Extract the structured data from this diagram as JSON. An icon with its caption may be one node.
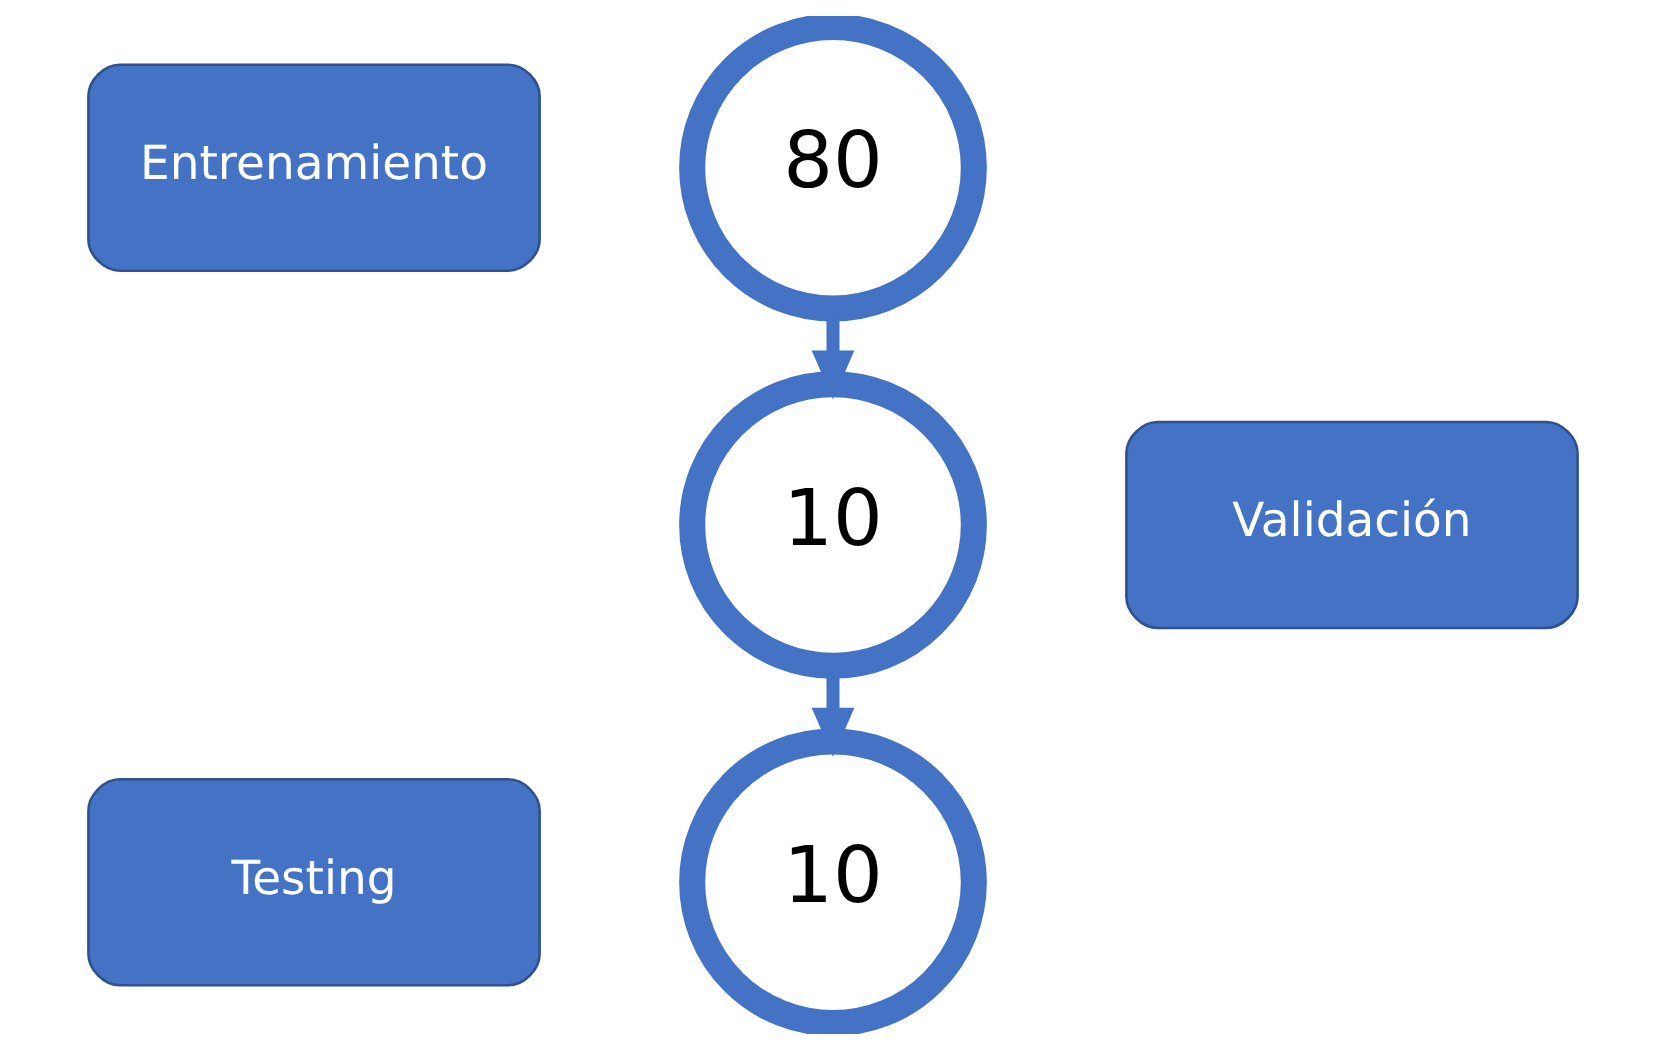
{
  "diagram": {
    "nodes": [
      {
        "text": [
          "Entrenamiento"
        ]
      },
      {
        "text": [
          "80"
        ]
      },
      {
        "text": [
          "10"
        ]
      },
      {
        "text": [
          "Validación"
        ]
      },
      {
        "text": [
          "Testing"
        ]
      },
      {
        "text": [
          "10"
        ]
      }
    ],
    "edges": [
      {
        "from": 1,
        "to": 2,
        "arrow": "to"
      },
      {
        "from": 2,
        "to": 5,
        "arrow": "to"
      }
    ]
  }
}
